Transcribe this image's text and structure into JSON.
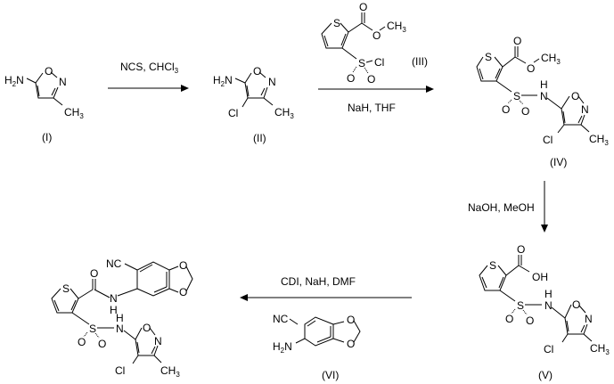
{
  "diagram": {
    "type": "reaction-scheme",
    "compounds": [
      {
        "id": "I",
        "label": "(I)",
        "atoms": {
          "amine": "H2N",
          "ring_o": "O",
          "ring_n": "N",
          "methyl": "CH3"
        }
      },
      {
        "id": "II",
        "label": "(II)",
        "atoms": {
          "amine": "H2N",
          "ring_o": "O",
          "ring_n": "N",
          "chloro": "Cl",
          "methyl": "CH3"
        }
      },
      {
        "id": "III",
        "label": "(III)",
        "atoms": {
          "s_ring": "S",
          "carbonyl_o": "O",
          "ester_o": "O",
          "methyl": "CH3",
          "sulfonyl_s": "S",
          "chloro": "Cl",
          "so_o1": "O",
          "so_o2": "O"
        }
      },
      {
        "id": "IV",
        "label": "(IV)",
        "atoms": {
          "s_ring": "S",
          "carbonyl_o": "O",
          "ester_o": "O",
          "methyl": "CH3",
          "sulfonyl_s": "S",
          "so_o1": "O",
          "so_o2": "O",
          "nh_h": "H",
          "nh_n": "N",
          "ring_o": "O",
          "ring_n": "N",
          "chloro": "Cl",
          "methyl2": "CH3"
        }
      },
      {
        "id": "V",
        "label": "(V)",
        "atoms": {
          "s_ring": "S",
          "carbonyl_o": "O",
          "hydroxyl": "OH",
          "sulfonyl_s": "S",
          "so_o1": "O",
          "so_o2": "O",
          "nh_h": "H",
          "nh_n": "N",
          "ring_o": "O",
          "ring_n": "N",
          "chloro": "Cl",
          "methyl": "CH3"
        }
      },
      {
        "id": "VI",
        "label": "(VI)",
        "atoms": {
          "nitrile": "NC",
          "amine": "H2N",
          "o1": "O",
          "o2": "O"
        }
      },
      {
        "id": "product",
        "label": "",
        "atoms": {
          "s_ring": "S",
          "carbonyl_o": "O",
          "amide_n": "N",
          "amide_h": "H",
          "nitrile": "NC",
          "o1": "O",
          "o2": "O",
          "sulfonyl_s": "S",
          "so_o1": "O",
          "so_o2": "O",
          "nh_h": "H",
          "nh_n": "N",
          "ring_o": "O",
          "ring_n": "N",
          "chloro": "Cl",
          "methyl": "CH3"
        }
      }
    ],
    "steps": [
      {
        "from": "I",
        "to": "II",
        "reagents": "NCS, CHCl",
        "reagents_sub": "3",
        "direction": "right"
      },
      {
        "from": "II",
        "to": "IV",
        "reagents_above": "(III)",
        "reagents": "NaH, THF",
        "direction": "right"
      },
      {
        "from": "IV",
        "to": "V",
        "reagents": "NaOH, MeOH",
        "direction": "down"
      },
      {
        "from": "V",
        "to": "product",
        "reagents": "CDI, NaH, DMF",
        "reagents_below": "(VI)",
        "direction": "left"
      }
    ]
  }
}
